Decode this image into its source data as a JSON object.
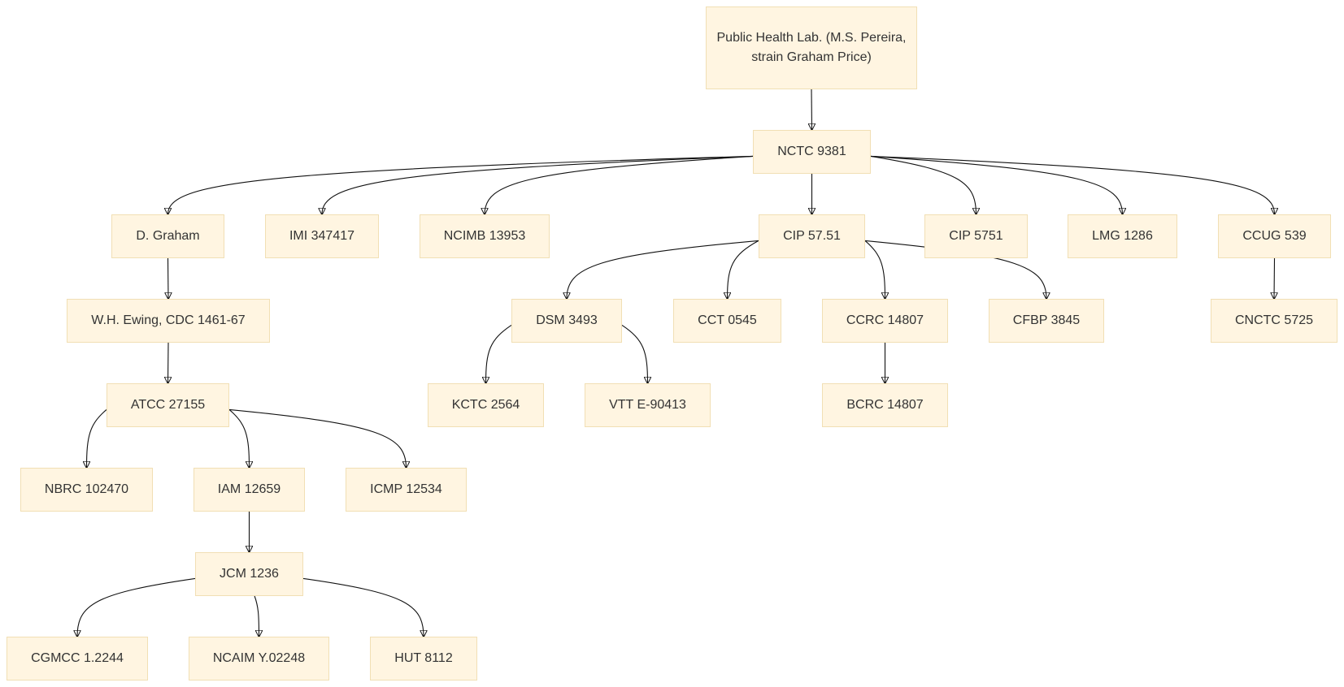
{
  "diagram": {
    "type": "tree",
    "nodes": [
      {
        "id": "root",
        "label": "Public Health Lab. (M.S. Pereira, strain Graham Price)"
      },
      {
        "id": "nctc9381",
        "label": "NCTC 9381"
      },
      {
        "id": "dgraham",
        "label": "D. Graham"
      },
      {
        "id": "imi347417",
        "label": "IMI 347417"
      },
      {
        "id": "ncimb13953",
        "label": "NCIMB 13953"
      },
      {
        "id": "cip5751a",
        "label": "CIP 57.51"
      },
      {
        "id": "cip5751b",
        "label": "CIP 5751"
      },
      {
        "id": "lmg1286",
        "label": "LMG 1286"
      },
      {
        "id": "ccug539",
        "label": "CCUG 539"
      },
      {
        "id": "ewing",
        "label": "W.H. Ewing, CDC 1461-67"
      },
      {
        "id": "dsm3493",
        "label": "DSM 3493"
      },
      {
        "id": "cct0545",
        "label": "CCT 0545"
      },
      {
        "id": "ccrc14807",
        "label": "CCRC 14807"
      },
      {
        "id": "cfbp3845",
        "label": "CFBP 3845"
      },
      {
        "id": "cnctc5725",
        "label": "CNCTC 5725"
      },
      {
        "id": "atcc27155",
        "label": "ATCC 27155"
      },
      {
        "id": "kctc2564",
        "label": "KCTC 2564"
      },
      {
        "id": "vtt90413",
        "label": "VTT E-90413"
      },
      {
        "id": "bcrc14807",
        "label": "BCRC 14807"
      },
      {
        "id": "nbrc102470",
        "label": "NBRC 102470"
      },
      {
        "id": "iam12659",
        "label": "IAM 12659"
      },
      {
        "id": "icmp12534",
        "label": "ICMP 12534"
      },
      {
        "id": "jcm1236",
        "label": "JCM 1236"
      },
      {
        "id": "cgmcc",
        "label": "CGMCC 1.2244"
      },
      {
        "id": "ncaim",
        "label": "NCAIM Y.02248"
      },
      {
        "id": "hut8112",
        "label": "HUT 8112"
      }
    ],
    "edges": [
      {
        "from": "root",
        "to": "nctc9381"
      },
      {
        "from": "nctc9381",
        "to": "dgraham"
      },
      {
        "from": "nctc9381",
        "to": "imi347417"
      },
      {
        "from": "nctc9381",
        "to": "ncimb13953"
      },
      {
        "from": "nctc9381",
        "to": "cip5751a"
      },
      {
        "from": "nctc9381",
        "to": "cip5751b"
      },
      {
        "from": "nctc9381",
        "to": "lmg1286"
      },
      {
        "from": "nctc9381",
        "to": "ccug539"
      },
      {
        "from": "dgraham",
        "to": "ewing"
      },
      {
        "from": "ewing",
        "to": "atcc27155"
      },
      {
        "from": "cip5751a",
        "to": "dsm3493"
      },
      {
        "from": "cip5751a",
        "to": "cct0545"
      },
      {
        "from": "cip5751a",
        "to": "ccrc14807"
      },
      {
        "from": "cip5751a",
        "to": "cfbp3845"
      },
      {
        "from": "ccug539",
        "to": "cnctc5725"
      },
      {
        "from": "dsm3493",
        "to": "kctc2564"
      },
      {
        "from": "dsm3493",
        "to": "vtt90413"
      },
      {
        "from": "ccrc14807",
        "to": "bcrc14807"
      },
      {
        "from": "atcc27155",
        "to": "nbrc102470"
      },
      {
        "from": "atcc27155",
        "to": "iam12659"
      },
      {
        "from": "atcc27155",
        "to": "icmp12534"
      },
      {
        "from": "iam12659",
        "to": "jcm1236"
      },
      {
        "from": "jcm1236",
        "to": "cgmcc"
      },
      {
        "from": "jcm1236",
        "to": "ncaim"
      },
      {
        "from": "jcm1236",
        "to": "hut8112"
      }
    ]
  }
}
